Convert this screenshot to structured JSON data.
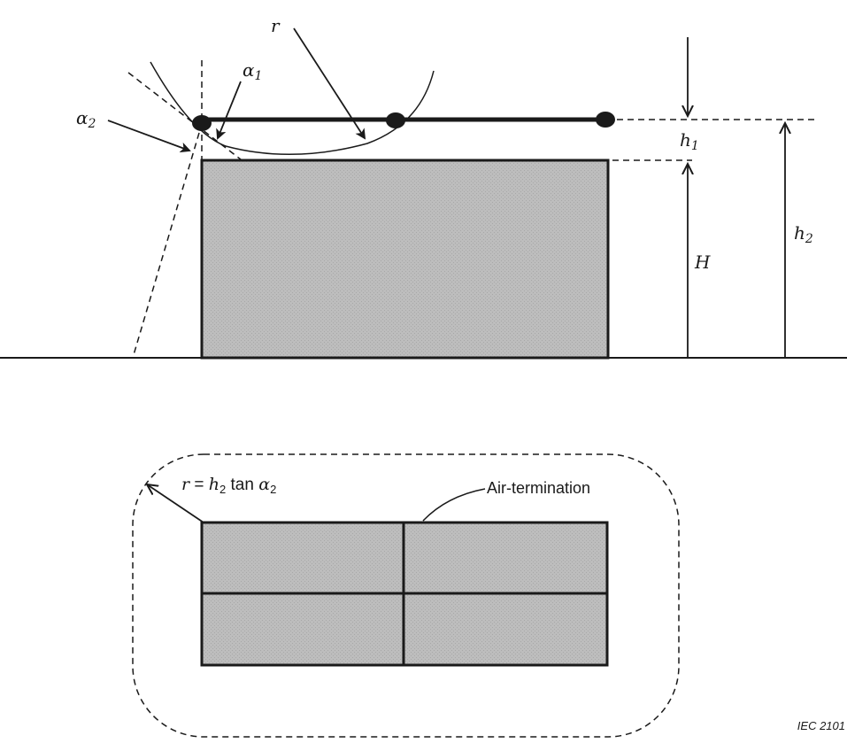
{
  "colors": {
    "ink": "#1a1a1a",
    "roof_fill": "#b9b9b9",
    "background": "#ffffff"
  },
  "elevation": {
    "label_r": "r",
    "label_alpha1": "α",
    "label_alpha1_sub": "1",
    "label_alpha2": "α",
    "label_alpha2_sub": "2",
    "label_h1": "h",
    "label_h1_sub": "1",
    "label_h2": "h",
    "label_h2_sub": "2",
    "label_H": "H"
  },
  "plan": {
    "formula_r": "r",
    "formula_eq": " = ",
    "formula_h": "h",
    "formula_h_sub": "2",
    "formula_tan": " tan ",
    "formula_alpha": "α",
    "formula_alpha_sub": "2",
    "air_termination_label": "Air-termination"
  },
  "figure_ref": "IEC  2101"
}
